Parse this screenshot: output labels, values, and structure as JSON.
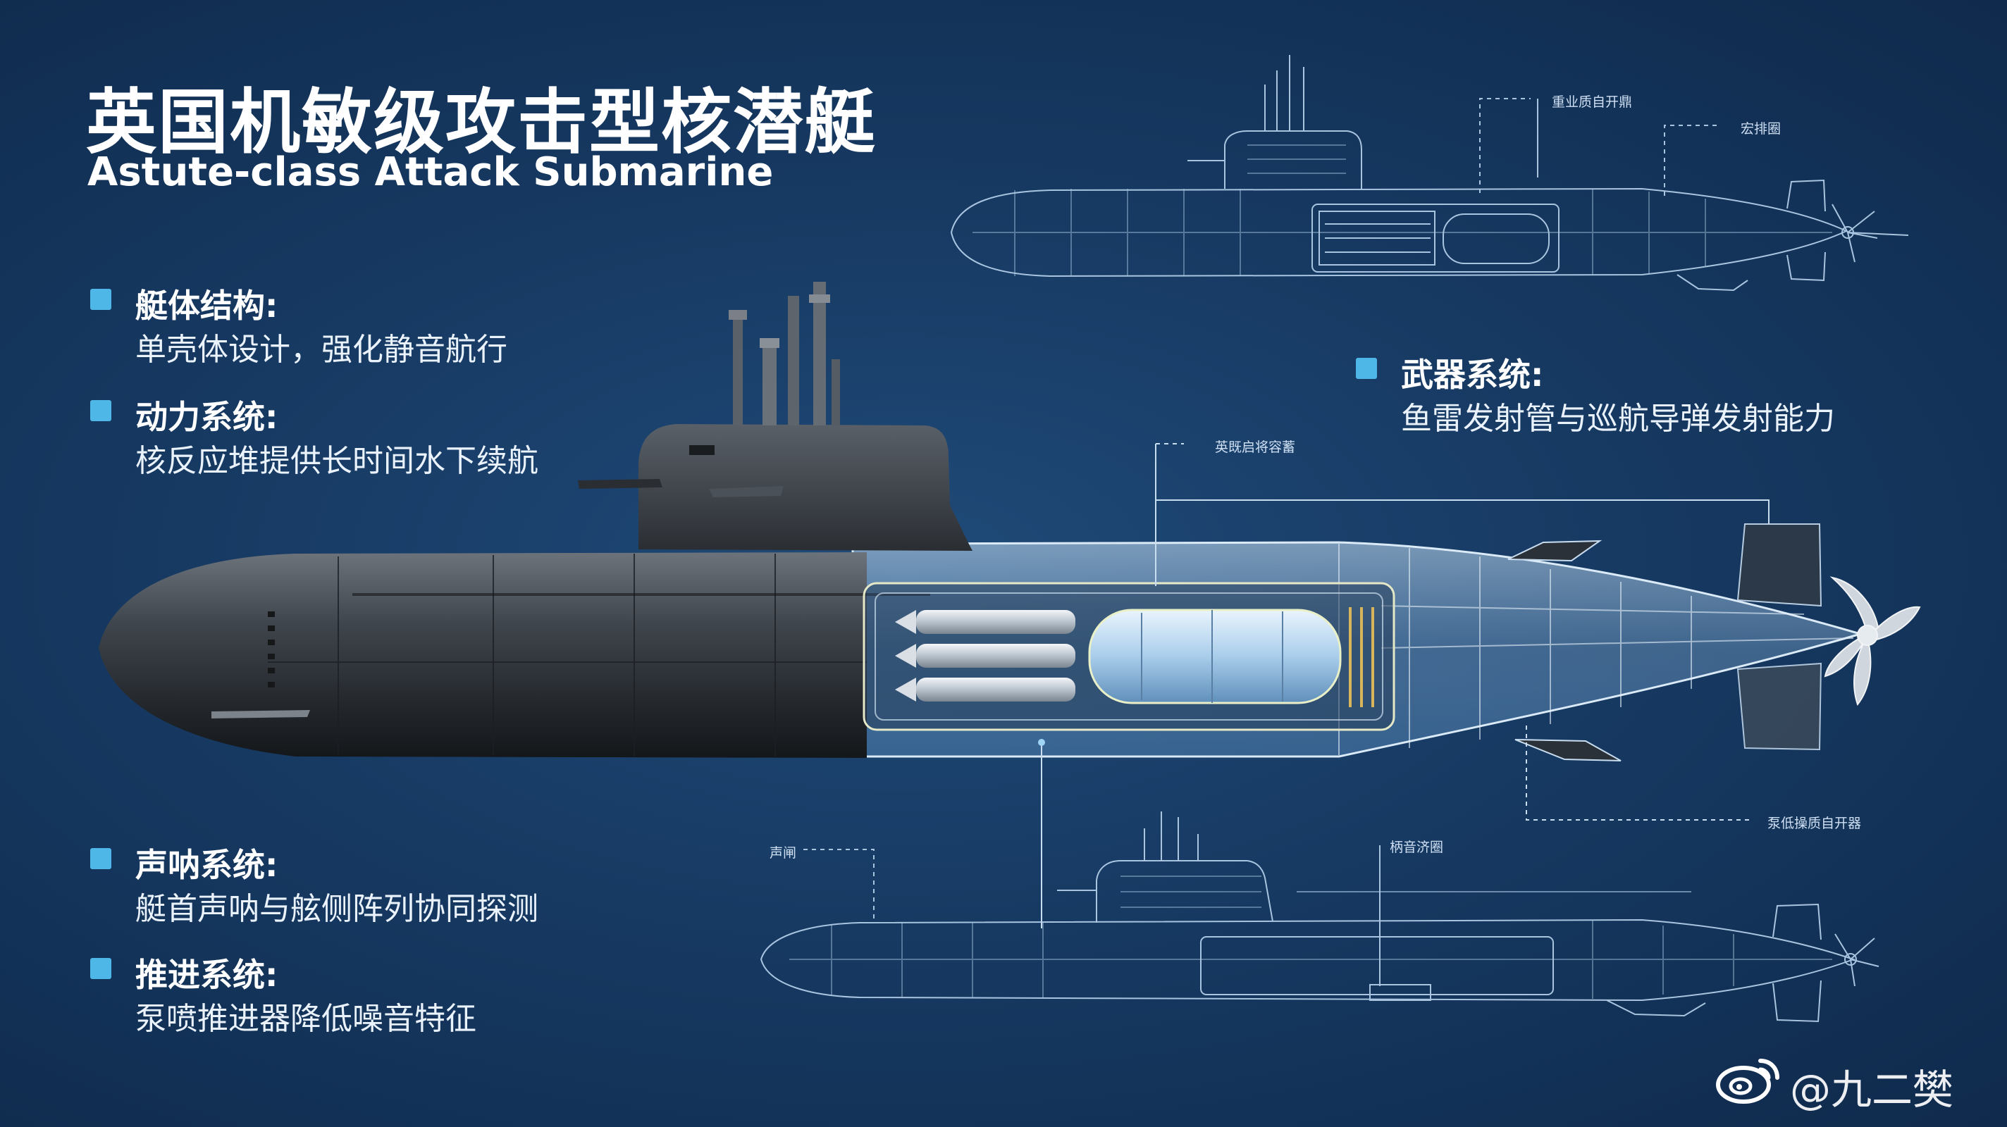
{
  "title": {
    "zh": "英国机敏级攻击型核潜艇",
    "en": "Astute-class Attack Submarine"
  },
  "features": [
    {
      "heading": "艇体结构:",
      "desc": "单壳体设计，强化静音航行"
    },
    {
      "heading": "动力系统:",
      "desc": "核反应堆提供长时间水下续航"
    },
    {
      "heading": "武器系统:",
      "desc": "鱼雷发射管与巡航导弹发射能力"
    },
    {
      "heading": "声呐系统:",
      "desc": "艇首声呐与舷侧阵列协同探测"
    },
    {
      "heading": "推进系统:",
      "desc": "泵喷推进器降低噪音特征"
    }
  ],
  "callouts": {
    "top_1": "重业质自开鼎",
    "top_2": "宏排圈",
    "main_top": "英既启将容蓄",
    "main_right": "泵低操质自开器",
    "bottom_left": "声闸",
    "bottom_mid": "柄音济圈"
  },
  "watermark": {
    "icon": "weibo-icon",
    "text": "@九二樊"
  },
  "colors": {
    "background": "#173a63",
    "bullet": "#4fb6e8",
    "blueprint_line": "#b9d4ee",
    "hull_dark": "#3a3f45"
  }
}
